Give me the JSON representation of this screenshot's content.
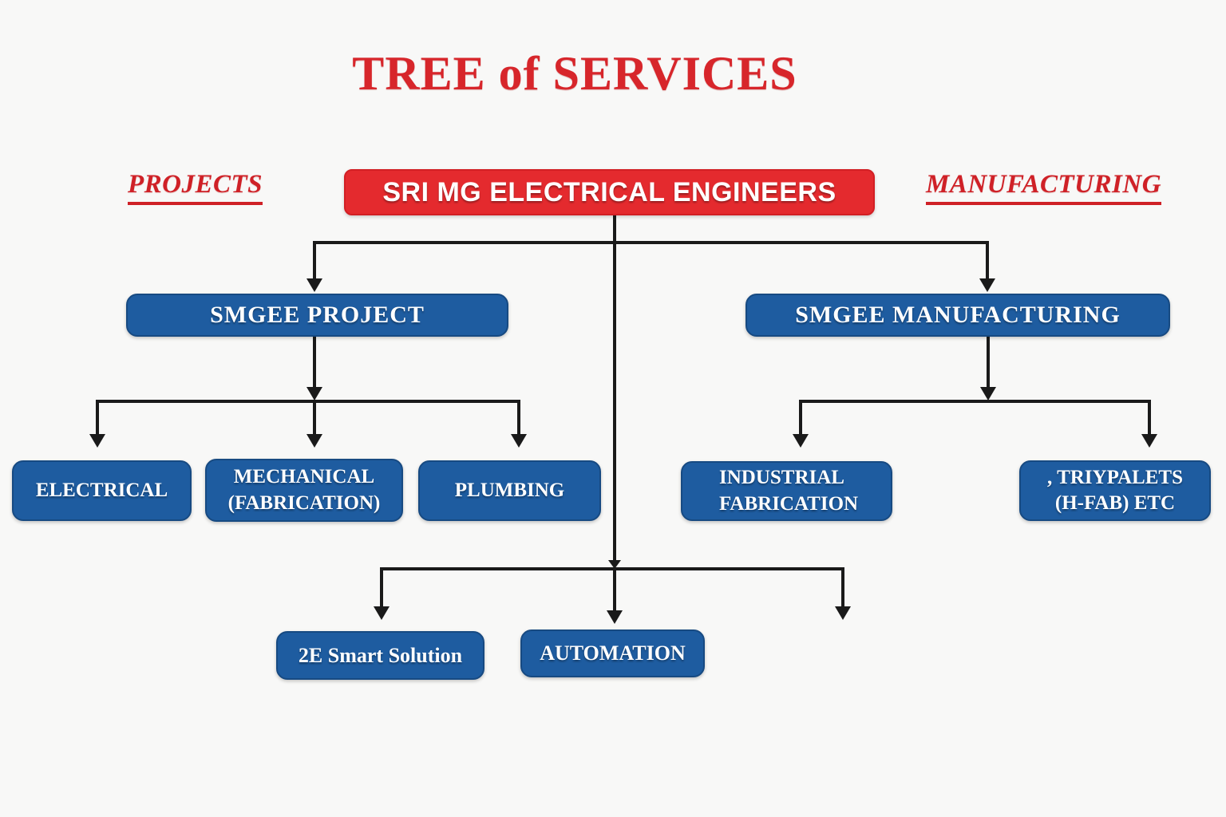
{
  "title": "TREE of SERVICES",
  "side_labels": {
    "projects": "PROJECTS",
    "manufacturing": "MANUFACTURING"
  },
  "root": {
    "label": "SRI MG ELECTRICAL ENGINEERS"
  },
  "level1": {
    "project": {
      "label": "SMGEE PROJECT"
    },
    "manufacturing": {
      "label": "SMGEE MANUFACTURING"
    }
  },
  "level2": {
    "electrical": {
      "label": "ELECTRICAL"
    },
    "mechanical": {
      "line1": "MECHANICAL",
      "line2": "(FABRICATION)"
    },
    "plumbing": {
      "label": "PLUMBING"
    },
    "industrial": {
      "line1": "INDUSTRIAL",
      "line2": "FABRICATION"
    },
    "triypalets": {
      "line1": ", TRIYPALETS",
      "line2": "(H-FAB) ETC"
    }
  },
  "level3": {
    "smart_solution": {
      "label": "2E Smart Solution"
    },
    "automation": {
      "label": "AUTOMATION"
    }
  },
  "colors": {
    "title_red": "#d7262b",
    "root_red": "#e42a2e",
    "node_blue": "#1e5ca0",
    "node_border_blue": "#174a82",
    "connector_black": "#1a1a1a",
    "background": "#f8f8f7"
  }
}
